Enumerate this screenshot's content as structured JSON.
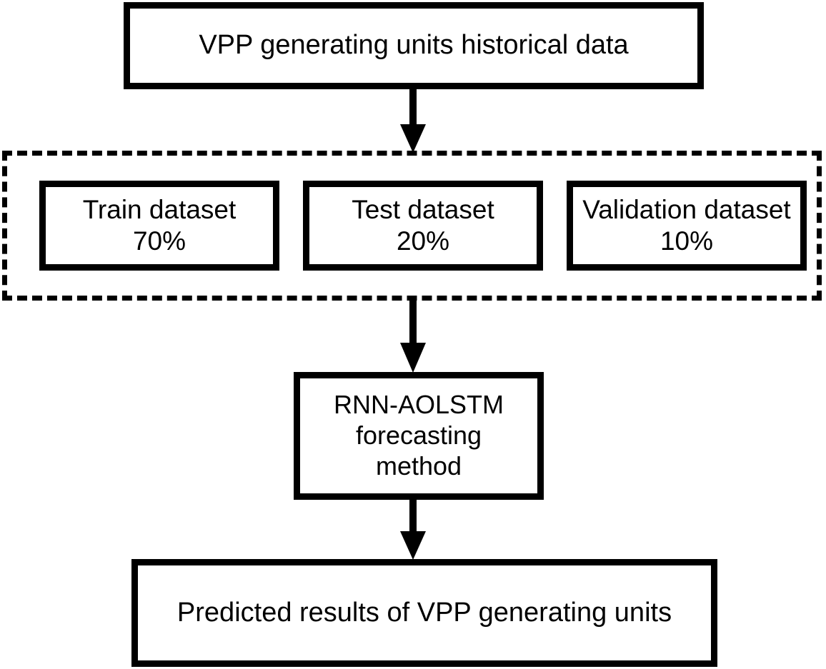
{
  "diagram": {
    "title": "VPP forecasting workflow flowchart",
    "colors": {
      "stroke": "#000000",
      "fill": "#ffffff",
      "text": "#000000"
    },
    "nodes": {
      "source": {
        "label": "VPP generating units historical data",
        "shape": "rectangle",
        "border": "solid"
      },
      "split_group": {
        "label": "",
        "shape": "rectangle",
        "border": "dashed"
      },
      "train": {
        "label": "Train dataset\n70%",
        "name": "Train dataset",
        "percent": "70%",
        "shape": "rectangle",
        "border": "solid"
      },
      "test": {
        "label": "Test dataset\n20%",
        "name": "Test dataset",
        "percent": "20%",
        "shape": "rectangle",
        "border": "solid"
      },
      "validation": {
        "label": "Validation dataset\n10%",
        "name": "Validation dataset",
        "percent": "10%",
        "shape": "rectangle",
        "border": "solid"
      },
      "method": {
        "label": "RNN-AOLSTM\nforecasting\nmethod",
        "shape": "rectangle",
        "border": "solid"
      },
      "result": {
        "label": "Predicted results of VPP generating units",
        "shape": "rectangle",
        "border": "solid"
      }
    },
    "edges": [
      {
        "id": "edge-source-to-split",
        "from": "source",
        "to": "split_group",
        "label": "",
        "direction": "down",
        "style": "solid-arrow"
      },
      {
        "id": "edge-split-to-method",
        "from": "split_group",
        "to": "method",
        "label": "",
        "direction": "down",
        "style": "solid-arrow"
      },
      {
        "id": "edge-method-to-result",
        "from": "method",
        "to": "result",
        "label": "",
        "direction": "down",
        "style": "solid-arrow"
      }
    ]
  }
}
